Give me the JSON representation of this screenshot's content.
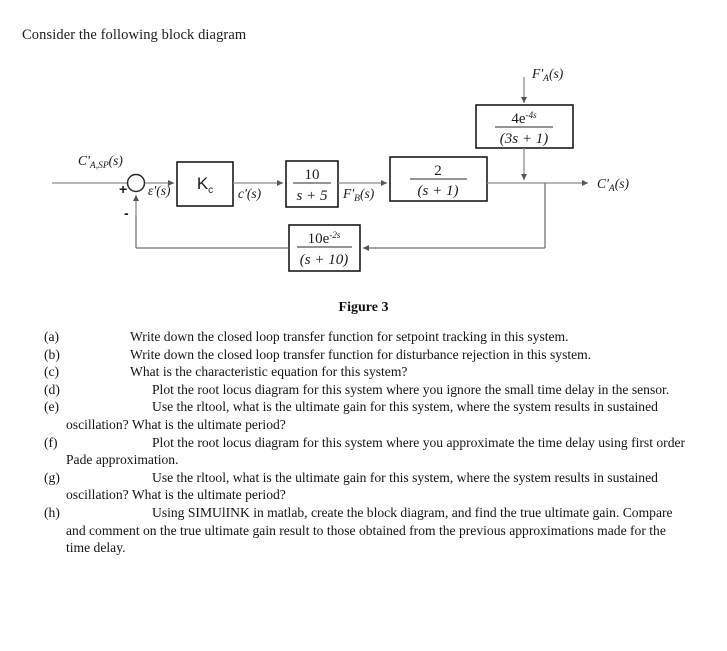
{
  "document": {
    "intro": "Consider the following block diagram",
    "figure_caption": "Figure 3"
  },
  "diagram": {
    "name": "control-block-diagram",
    "signals": {
      "setpoint": "C'",
      "setpoint_sub": "A,SP",
      "setpoint_arg": "(s)",
      "error": "ε'(s)",
      "controller_output": "c'(s)",
      "flow_b": "F'",
      "flow_b_sub": "B",
      "flow_b_arg": "(s)",
      "disturbance": "F'",
      "disturbance_sub": "A",
      "disturbance_arg": "(s)",
      "output": "C'",
      "output_sub": "A",
      "output_arg": "(s)",
      "plus_sign": "+",
      "minus_sign": "-"
    },
    "blocks": {
      "controller": {
        "label": "K",
        "label_sub": "c"
      },
      "valve": {
        "numerator": "10",
        "denominator": "s + 5"
      },
      "process": {
        "numerator": "2",
        "denominator": "(s + 1)"
      },
      "disturbance_tf": {
        "numerator": "4e",
        "numerator_exp": "-4s",
        "denominator": "(3s + 1)"
      },
      "sensor": {
        "numerator": "10e",
        "numerator_exp": "-2s",
        "denominator": "(s + 10)"
      }
    }
  },
  "questions": [
    {
      "label": "(a)",
      "text": "Write down the closed loop transfer function for setpoint tracking in this system."
    },
    {
      "label": "(b)",
      "text": "Write down the closed loop transfer function for disturbance rejection in this system."
    },
    {
      "label": "(c)",
      "text": "What is the characteristic equation for this system?"
    },
    {
      "label": "(d)",
      "text": "Plot the root locus diagram for this system where you ignore the small time delay in the sensor."
    },
    {
      "label": "(e)",
      "text": "Use the rltool, what is the ultimate gain for this system, where the system results in sustained oscillation?  What is the ultimate period?"
    },
    {
      "label": "(f)",
      "text": "Plot the root locus diagram for this system where you approximate the time delay using first order Pade approximation."
    },
    {
      "label": "(g)",
      "text": "Use the rltool, what is the ultimate gain for this system, where the system results in sustained oscillation?  What is the ultimate period?"
    },
    {
      "label": "(h)",
      "text": "Using SIMUlINK in matlab, create the block diagram, and find the true ultimate gain. Compare and comment on the true ultimate gain result to those obtained from the previous approximations made for the time delay."
    }
  ]
}
